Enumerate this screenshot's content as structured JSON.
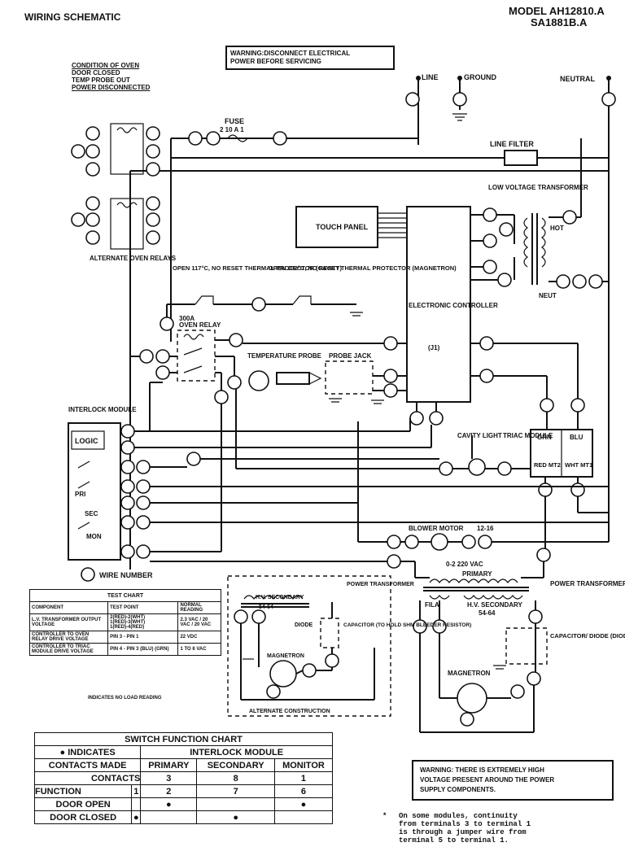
{
  "header": {
    "title": "WIRING SCHEMATIC",
    "model_line1": "MODEL AH12810.A",
    "model_line2": "SA1881B.A"
  },
  "warning_top": [
    "WARNING:DISCONNECT ELECTRICAL",
    "POWER BEFORE SERVICING"
  ],
  "condition_of_oven": [
    "CONDITION OF OVEN",
    "DOOR CLOSED",
    "TEMP PROBE OUT",
    "POWER DISCONNECTED"
  ],
  "labels": {
    "line": "LINE",
    "ground": "GROUND",
    "neutral": "NEUTRAL",
    "fuse": "FUSE",
    "fuse_rating": "2 10 A 1",
    "line_filter": "LINE FILTER",
    "low_voltage_transformer": "LOW VOLTAGE TRANSFORMER",
    "hot": "HOT",
    "neut": "NEUT",
    "touch_panel": "TOUCH PANEL",
    "electronic_controller": "ELECTRONIC CONTROLLER",
    "j1": "(J1)",
    "alternate_oven_relays": "ALTERNATE OVEN RELAYS",
    "thermal_cavity": "OPEN 117°C, NO RESET THERMAL PROTECTOR (CAVITY)",
    "thermal_magnetron": "OPEN 132°C, NO RESET THERMAL PROTECTOR (MAGNETRON)",
    "oven_relay": "OVEN RELAY",
    "oven_relay_rating": "300A",
    "temperature_probe": "TEMPERATURE PROBE",
    "probe_jack": "PROBE JACK",
    "interlock_module": "INTERLOCK MODULE",
    "logic": "LOGIC",
    "pri": "PRI",
    "sec": "SEC",
    "mon": "MON",
    "cavity_light": "CAVITY LIGHT",
    "triac_module": "TRIAC MODULE",
    "grn": "GRN",
    "blu": "BLU",
    "red_mt2": "RED MT2",
    "wht_mt1": "WHT MT1",
    "blower_motor": "BLOWER MOTOR",
    "blower_rating": "12-16",
    "wire_number": "WIRE NUMBER",
    "primary_rating": "0-2 220 VAC",
    "primary": "PRIMARY",
    "power_transformer": "POWER TRANSFORMER",
    "fila": "FILA",
    "hv_secondary": "H.V. SECONDARY",
    "hv_secondary_rating": "54-64",
    "capacitor_diode": "CAPACITOR/ DIODE (DIODE (SHM BLEEDER)",
    "magnetron": "MAGNETRON",
    "alt_power_transformer": "POWER TRANSFORMER",
    "alt_hv_secondary": "H.V. SECONDARY",
    "alt_rating": "54-64",
    "diode": "DIODE",
    "alt_capacitor": "CAPACITOR (TO HOLD SHM BLEEDER RESISTOR)",
    "alt_magnetron": "MAGNETRON",
    "alternate_construction": "ALTERNATE CONSTRUCTION"
  },
  "test_chart": {
    "title": "TEST CHART",
    "headers": [
      "COMPONENT",
      "TEST POINT",
      "NORMAL READING"
    ],
    "rows": [
      [
        "L.V. TRANSFORMER OUTPUT VOLTAGE",
        "2(RED)-2(WHT) 1(RED)-3(WHT) 1(RED)-4(RED)",
        "2.3 VAC / 20 VAC / 20 VAC"
      ],
      [
        "CONTROLLER TO OVEN RELAY DRIVE VOLTAGE",
        "PIN 3 - PIN 1",
        "22 VDC"
      ],
      [
        "CONTROLLER TO TRIAC MODULE DRIVE VOLTAGE",
        "PIN 4 - PIN 3 (BLU) (GRN)",
        "1 TO 6 VAC"
      ]
    ],
    "footnote": "INDICATES NO LOAD READING"
  },
  "switch_chart": {
    "title": "SWITCH FUNCTION CHART",
    "indicates": "INDICATES",
    "contacts_made": "CONTACTS MADE",
    "interlock_module": "INTERLOCK MODULE",
    "columns": [
      "PRIMARY",
      "SECONDARY",
      "MONITOR"
    ],
    "contacts_label": "CONTACTS",
    "contacts_values": [
      "3",
      "8",
      "1"
    ],
    "function_label": "FUNCTION",
    "function_values": [
      "1",
      "2",
      "7",
      "6"
    ],
    "door_open": "DOOR OPEN",
    "door_closed": "DOOR CLOSED"
  },
  "warning_bottom": [
    "WARNING: THERE IS EXTREMELY HIGH",
    "VOLTAGE PRESENT AROUND THE POWER",
    "SUPPLY COMPONENTS."
  ],
  "footnote_bottom": [
    "On some modules, continuity",
    "from terminals 3 to terminal 1",
    "is through a jumper wire from",
    "terminal 5 to terminal 1."
  ]
}
